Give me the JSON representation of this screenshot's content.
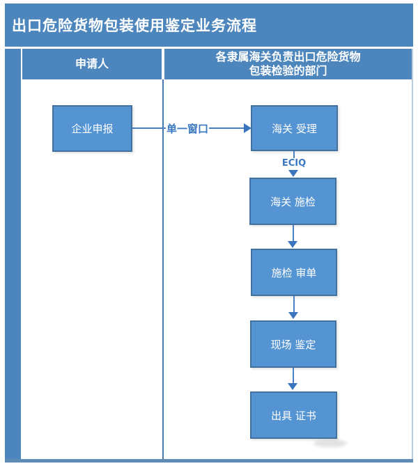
{
  "title": "出口危险货物包装使用鉴定业务流程",
  "header": {
    "applicant": "申请人",
    "customs_line1": "各隶属海关负责出口危险货物",
    "customs_line2": "包装检验的部门"
  },
  "boxes": [
    {
      "label": "企业申报"
    },
    {
      "label": "海关 受理"
    },
    {
      "label": "海关 施检"
    },
    {
      "label": "施检 审单"
    },
    {
      "label": "现场 鉴定"
    },
    {
      "label": "出具 证书"
    }
  ],
  "edges": {
    "single_window": "单一窗口",
    "eciq": "ECIQ"
  },
  "colors": {
    "band_blue": "#4d86bc",
    "box_fill": "#5494d2",
    "box_border": "#41719c",
    "connector": "#4a80c4",
    "edge_label_text": "#3b78c2",
    "bottom_bar": "#5f8cb5",
    "text_on_blue": "#ffffff"
  }
}
